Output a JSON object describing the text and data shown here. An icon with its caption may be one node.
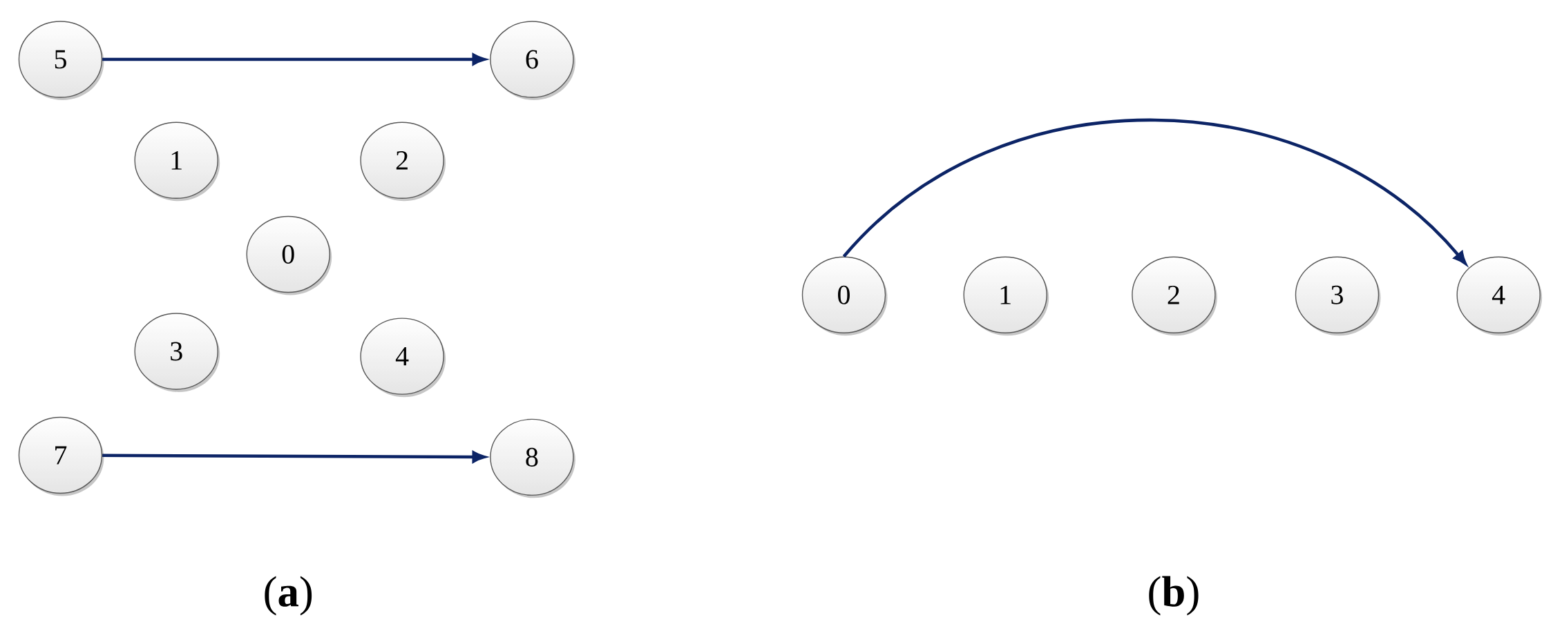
{
  "diagram": {
    "nodes": [
      {
        "text": [
          "5"
        ]
      },
      {
        "text": [
          "6"
        ]
      },
      {
        "text": [
          "1"
        ]
      },
      {
        "text": [
          "2"
        ]
      },
      {
        "text": [
          "0"
        ]
      },
      {
        "text": [
          "3"
        ]
      },
      {
        "text": [
          "4"
        ]
      },
      {
        "text": [
          "7"
        ]
      },
      {
        "text": [
          "8"
        ]
      },
      {
        "text": [
          "0"
        ]
      },
      {
        "text": [
          "1"
        ]
      },
      {
        "text": [
          "2"
        ]
      },
      {
        "text": [
          "3"
        ]
      },
      {
        "text": [
          "4"
        ]
      }
    ],
    "edges": [
      {
        "from": 0,
        "to": 1,
        "arrow": "to"
      },
      {
        "from": 7,
        "to": 8,
        "arrow": "to"
      },
      {
        "from": 9,
        "to": 13,
        "arrow": "to"
      }
    ],
    "labels": [
      "(**a**)",
      "(**b**)"
    ]
  }
}
